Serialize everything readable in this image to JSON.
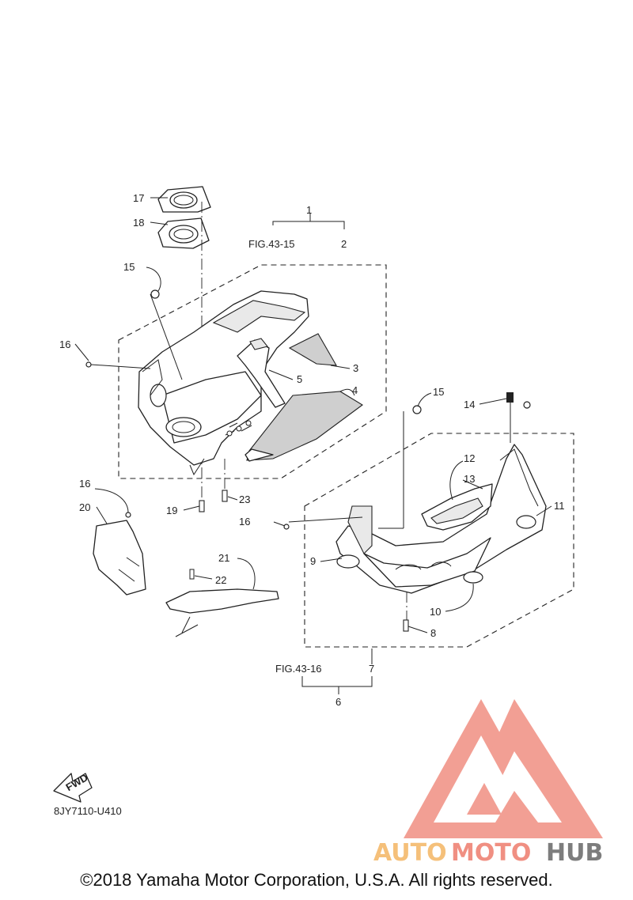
{
  "diagram": {
    "callouts": {
      "c1": "1",
      "c2": "2",
      "c3": "3",
      "c4": "4",
      "c5": "5",
      "c6": "6",
      "c7": "7",
      "c8": "8",
      "c9": "9",
      "c10": "10",
      "c11": "11",
      "c12": "12",
      "c13": "13",
      "c14": "14",
      "c15a": "15",
      "c15b": "15",
      "c16a": "16",
      "c16b": "16",
      "c16c": "16",
      "c17": "17",
      "c18": "18",
      "c19": "19",
      "c20": "20",
      "c21": "21",
      "c22": "22",
      "c23": "23"
    },
    "fig_refs": {
      "upper": "FIG.43-15",
      "lower": "FIG.43-16"
    },
    "fwd_label": "FWD",
    "drawing_code": "8JY7110-U410"
  },
  "watermark": {
    "text_a": "AUTO",
    "text_b": "MOTO",
    "text_c": "HUB",
    "colors": {
      "red": "#f08f82",
      "orange": "#f5c07a",
      "gray": "#7d7d7d"
    }
  },
  "footer": {
    "copyright": "©2018 Yamaha Motor Corporation, U.S.A. All rights reserved."
  }
}
